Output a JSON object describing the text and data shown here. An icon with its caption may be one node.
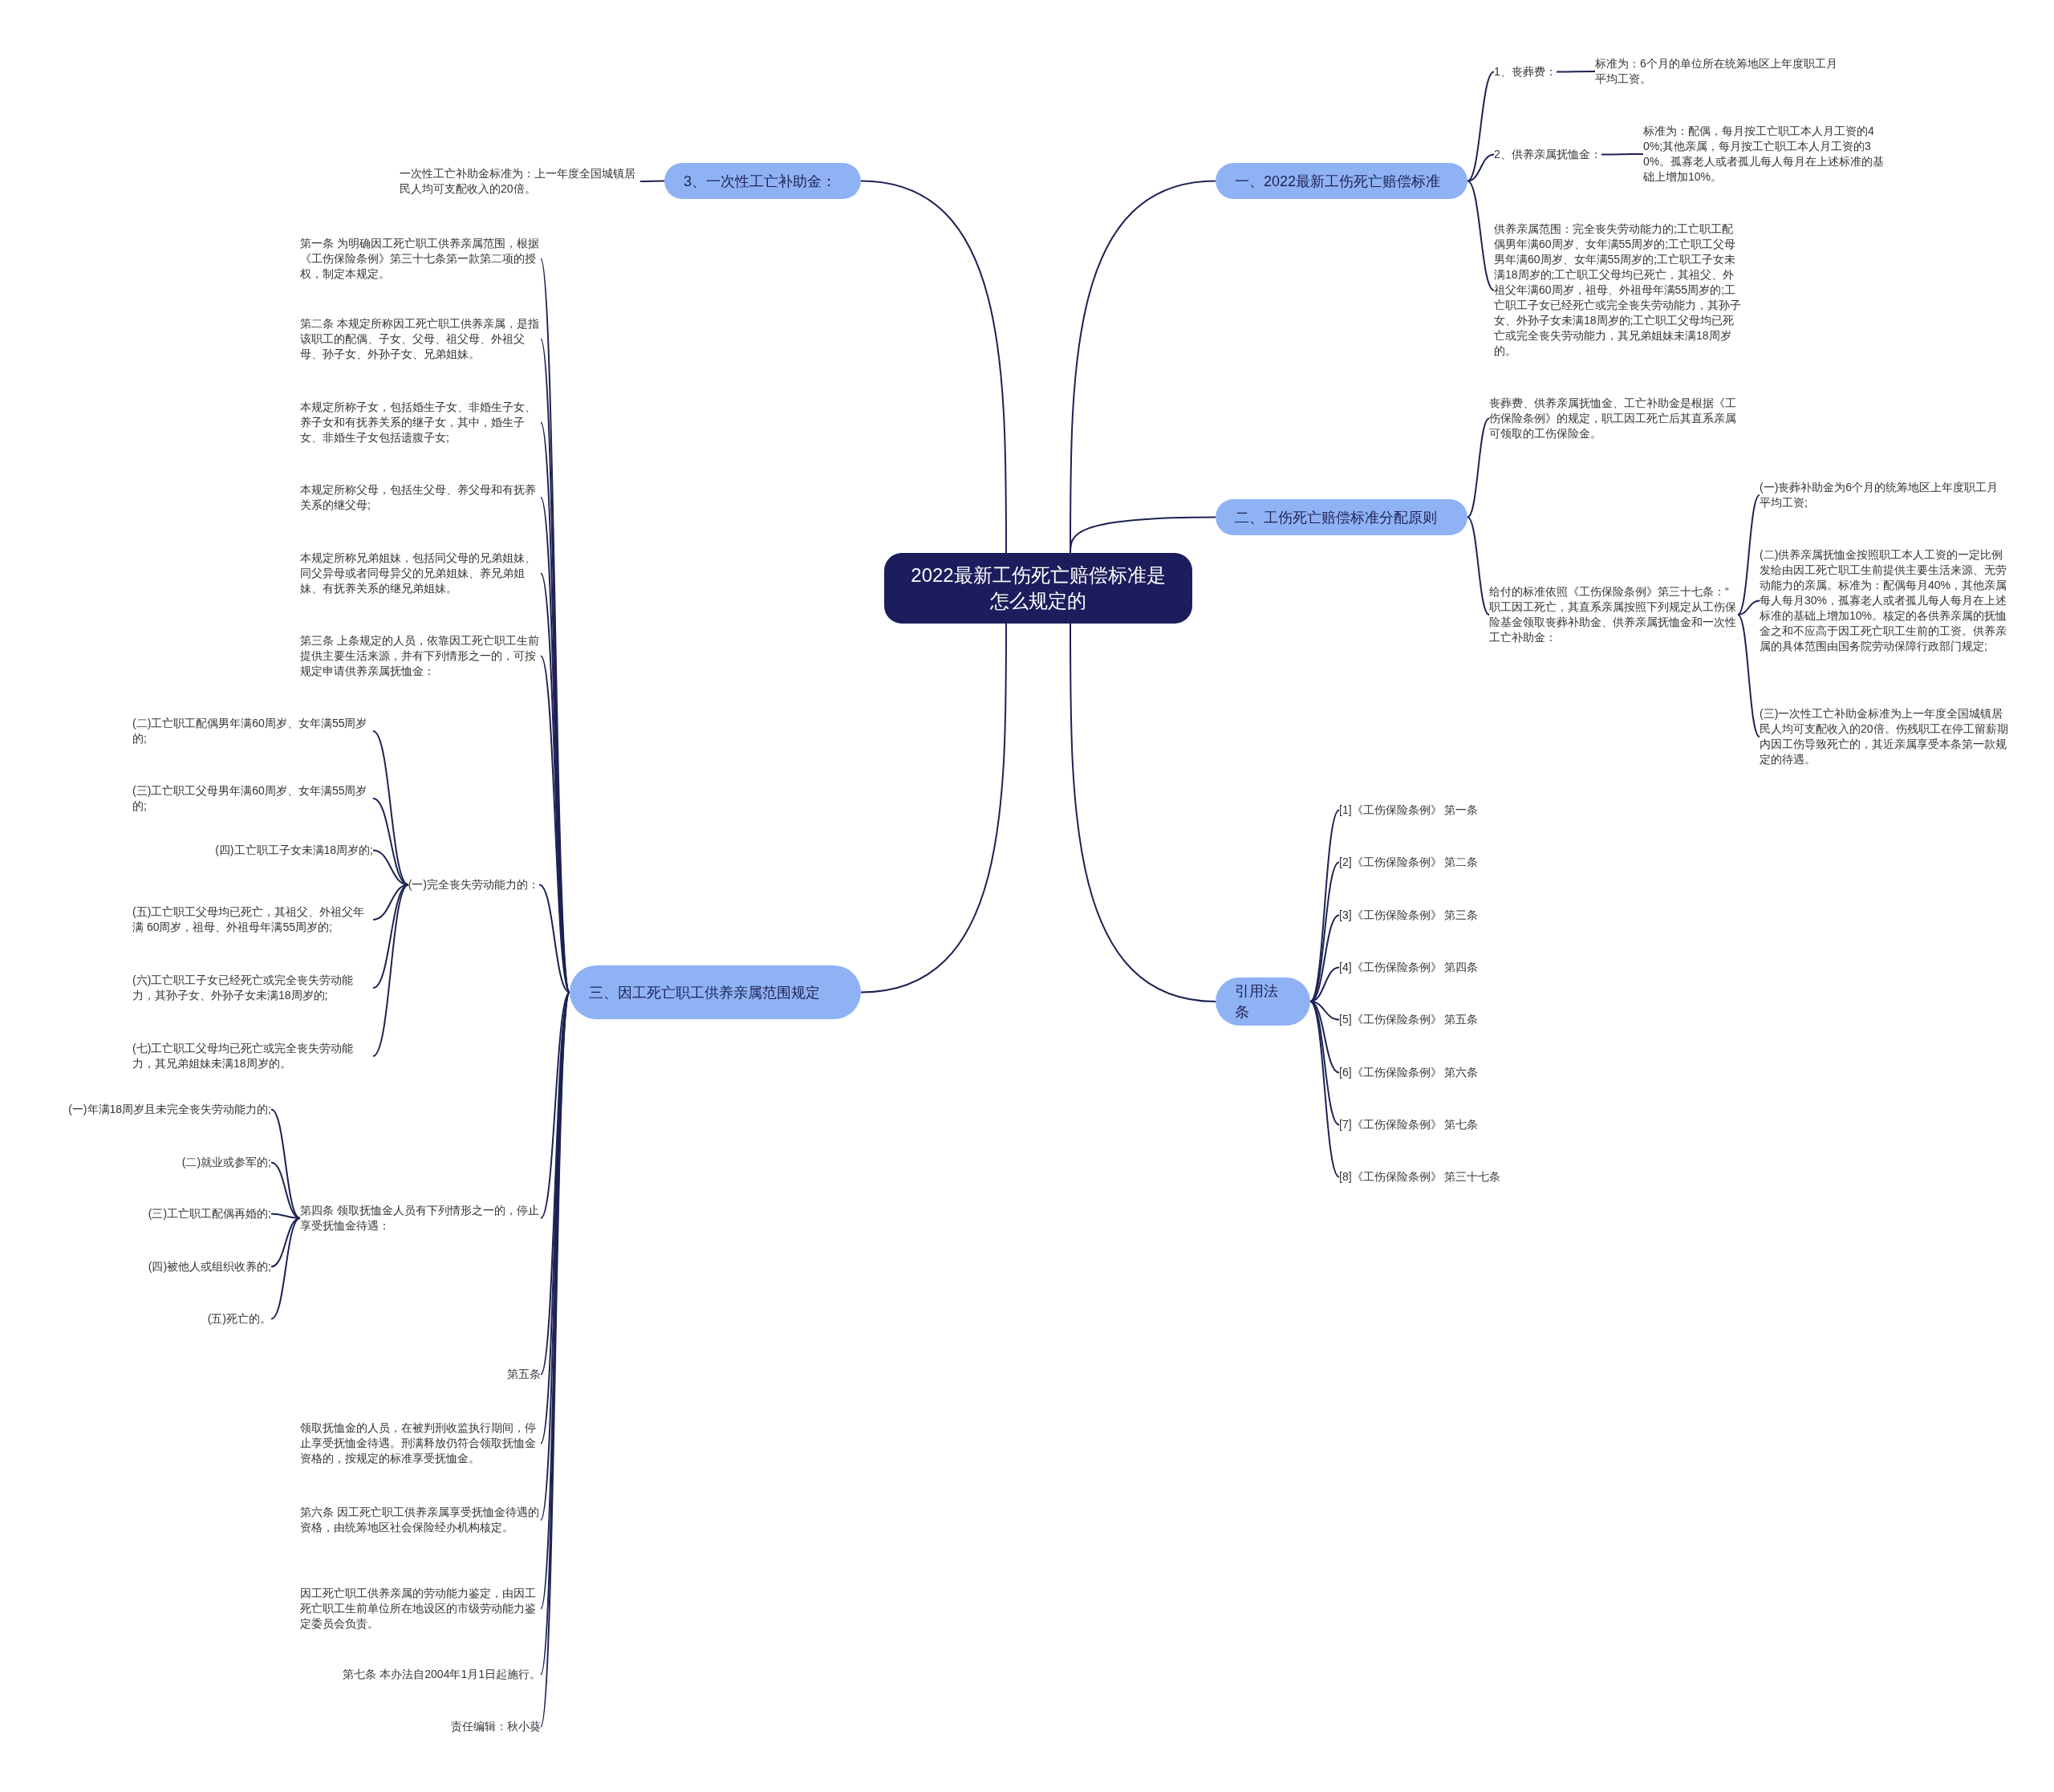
{
  "diagram": {
    "nodes": [
      {
        "text": [
          "2022最新工伤死亡赔偿标准是怎么规定的"
        ]
      },
      {
        "text": [
          "一、2022最新工伤死亡赔偿标准"
        ]
      },
      {
        "text": [
          "1、丧葬费："
        ]
      },
      {
        "text": [
          "标准为：6个月的单位所在统筹地区上年度职工月平均工资。"
        ]
      },
      {
        "text": [
          "2、供养亲属抚恤金："
        ]
      },
      {
        "text": [
          "标准为：配偶，每月按工亡职工本人月工资的40%;其他亲属，每月按工亡职工本人月工资的30%。孤寡老人或者孤儿每人每月在上述标准的基础上增加10%。"
        ]
      },
      {
        "text": [
          "供养亲属范围：完全丧失劳动能力的;工亡职工配偶男年满60周岁、女年满55周岁的;工亡职工父母男年满60周岁、女年满55周岁的;工亡职工子女未满18周岁的;工亡职工父母均已死亡，其祖父、外祖父年满60周岁，祖母、外祖母年满55周岁的;工亡职工子女已经死亡或完全丧失劳动能力，其孙子女、外孙子女未满18周岁的;工亡职工父母均已死亡或完全丧失劳动能力，其兄弟姐妹未满18周岁的。"
        ]
      },
      {
        "text": [
          "二、工伤死亡赔偿标准分配原则"
        ]
      },
      {
        "text": [
          "丧葬费、供养亲属抚恤金、工亡补助金是根据《工伤保险条例》的规定，职工因工死亡后其直系亲属可领取的工伤保险金。"
        ]
      },
      {
        "text": [
          "给付的标准依照《工伤保险条例》第三十七条：“ 职工因工死亡，其直系亲属按照下列规定从工伤保险基金领取丧葬补助金、供养亲属抚恤金和一次性工亡补助金："
        ]
      },
      {
        "text": [
          "(一)丧葬补助金为6个月的统筹地区上年度职工月平均工资;"
        ]
      },
      {
        "text": [
          "(二)供养亲属抚恤金按照职工本人工资的一定比例发给由因工死亡职工生前提供主要生活来源、无劳动能力的亲属。标准为：配偶每月40%，其他亲属每人每月30%，孤寡老人或者孤儿每人每月在上述标准的基础上增加10%。核定的各供养亲属的抚恤金之和不应高于因工死亡职工生前的工资。供养亲属的具体范围由国务院劳动保障行政部门规定;"
        ]
      },
      {
        "text": [
          "(三)一次性工亡补助金标准为上一年度全国城镇居民人均可支配收入的20倍。伤残职工在停工留薪期内因工伤导致死亡的，其近亲属享受本条第一款规定的待遇。"
        ]
      },
      {
        "text": [
          "引用法条"
        ]
      },
      {
        "text": [
          "[1]《工伤保险条例》 第一条"
        ]
      },
      {
        "text": [
          "[2]《工伤保险条例》 第二条"
        ]
      },
      {
        "text": [
          "[3]《工伤保险条例》 第三条"
        ]
      },
      {
        "text": [
          "[4]《工伤保险条例》 第四条"
        ]
      },
      {
        "text": [
          "[5]《工伤保险条例》 第五条"
        ]
      },
      {
        "text": [
          "[6]《工伤保险条例》 第六条"
        ]
      },
      {
        "text": [
          "[7]《工伤保险条例》 第七条"
        ]
      },
      {
        "text": [
          "[8]《工伤保险条例》 第三十七条"
        ]
      },
      {
        "text": [
          "3、一次性工亡补助金："
        ]
      },
      {
        "text": [
          "一次性工亡补助金标准为：上一年度全国城镇居民人均可支配收入的20倍。"
        ]
      },
      {
        "text": [
          "三、因工死亡职工供养亲属范围规定"
        ]
      },
      {
        "text": [
          "第一条 为明确因工死亡职工供养亲属范围，根据《工伤保险条例》第三十七条第一款第二项的授权，制定本规定。"
        ]
      },
      {
        "text": [
          "第二条 本规定所称因工死亡职工供养亲属，是指该职工的配偶、子女、父母、祖父母、外祖父母、孙子女、外孙子女、兄弟姐妹。"
        ]
      },
      {
        "text": [
          "本规定所称子女，包括婚生子女、非婚生子女、养子女和有抚养关系的继子女，其中，婚生子女、非婚生子女包括遗腹子女;"
        ]
      },
      {
        "text": [
          "本规定所称父母，包括生父母、养父母和有抚养关系的继父母;"
        ]
      },
      {
        "text": [
          "本规定所称兄弟姐妹，包括同父母的兄弟姐妹、同父异母或者同母异父的兄弟姐妹、养兄弟姐妹、有抚养关系的继兄弟姐妹。"
        ]
      },
      {
        "text": [
          "第三条 上条规定的人员，依靠因工死亡职工生前提供主要生活来源，并有下列情形之一的，可按规定申请供养亲属抚恤金："
        ]
      },
      {
        "text": [
          "(一)完全丧失劳动能力的："
        ]
      },
      {
        "text": [
          "(二)工亡职工配偶男年满60周岁、女年满55周岁的;"
        ]
      },
      {
        "text": [
          "(三)工亡职工父母男年满60周岁、女年满55周岁的;"
        ]
      },
      {
        "text": [
          "(四)工亡职工子女未满18周岁的;"
        ]
      },
      {
        "text": [
          "(五)工亡职工父母均已死亡，其祖父、外祖父年满 60周岁，祖母、外祖母年满55周岁的;"
        ]
      },
      {
        "text": [
          "(六)工亡职工子女已经死亡或完全丧失劳动能力，其孙子女、外孙子女未满18周岁的;"
        ]
      },
      {
        "text": [
          "(七)工亡职工父母均已死亡或完全丧失劳动能力，其兄弟姐妹未满18周岁的。"
        ]
      },
      {
        "text": [
          "第四条 领取抚恤金人员有下列情形之一的，停止享受抚恤金待遇："
        ]
      },
      {
        "text": [
          "(一)年满18周岁且未完全丧失劳动能力的;"
        ]
      },
      {
        "text": [
          "(二)就业或参军的;"
        ]
      },
      {
        "text": [
          "(三)工亡职工配偶再婚的;"
        ]
      },
      {
        "text": [
          "(四)被他人或组织收养的;"
        ]
      },
      {
        "text": [
          "(五)死亡的。"
        ]
      },
      {
        "text": [
          "第五条"
        ]
      },
      {
        "text": [
          "领取抚恤金的人员，在被判刑收监执行期间，停止享受抚恤金待遇。刑满释放仍符合领取抚恤金资格的，按规定的标准享受抚恤金。"
        ]
      },
      {
        "text": [
          "第六条 因工死亡职工供养亲属享受抚恤金待遇的资格，由统筹地区社会保险经办机构核定。"
        ]
      },
      {
        "text": [
          "因工死亡职工供养亲属的劳动能力鉴定，由因工死亡职工生前单位所在地设区的市级劳动能力鉴定委员会负责。"
        ]
      },
      {
        "text": [
          "第七条 本办法自2004年1月1日起施行。"
        ]
      },
      {
        "text": [
          "责任编辑：秋小葵"
        ]
      }
    ],
    "edges": [
      {
        "from": 0,
        "to": 1,
        "arrow": "none"
      },
      {
        "from": 1,
        "to": 2,
        "arrow": "none"
      },
      {
        "from": 2,
        "to": 3,
        "arrow": "none"
      },
      {
        "from": 1,
        "to": 4,
        "arrow": "none"
      },
      {
        "from": 4,
        "to": 5,
        "arrow": "none"
      },
      {
        "from": 1,
        "to": 6,
        "arrow": "none"
      },
      {
        "from": 0,
        "to": 7,
        "arrow": "none"
      },
      {
        "from": 7,
        "to": 8,
        "arrow": "none"
      },
      {
        "from": 7,
        "to": 9,
        "arrow": "none"
      },
      {
        "from": 9,
        "to": 10,
        "arrow": "none"
      },
      {
        "from": 9,
        "to": 11,
        "arrow": "none"
      },
      {
        "from": 9,
        "to": 12,
        "arrow": "none"
      },
      {
        "from": 0,
        "to": 13,
        "arrow": "none"
      },
      {
        "from": 13,
        "to": 14,
        "arrow": "none"
      },
      {
        "from": 13,
        "to": 15,
        "arrow": "none"
      },
      {
        "from": 13,
        "to": 16,
        "arrow": "none"
      },
      {
        "from": 13,
        "to": 17,
        "arrow": "none"
      },
      {
        "from": 13,
        "to": 18,
        "arrow": "none"
      },
      {
        "from": 13,
        "to": 19,
        "arrow": "none"
      },
      {
        "from": 13,
        "to": 20,
        "arrow": "none"
      },
      {
        "from": 13,
        "to": 21,
        "arrow": "none"
      },
      {
        "from": 0,
        "to": 22,
        "arrow": "none"
      },
      {
        "from": 22,
        "to": 23,
        "arrow": "none"
      },
      {
        "from": 0,
        "to": 24,
        "arrow": "none"
      },
      {
        "from": 24,
        "to": 25,
        "arrow": "none"
      },
      {
        "from": 24,
        "to": 26,
        "arrow": "none"
      },
      {
        "from": 24,
        "to": 27,
        "arrow": "none"
      },
      {
        "from": 24,
        "to": 28,
        "arrow": "none"
      },
      {
        "from": 24,
        "to": 29,
        "arrow": "none"
      },
      {
        "from": 24,
        "to": 30,
        "arrow": "none"
      },
      {
        "from": 24,
        "to": 31,
        "arrow": "none"
      },
      {
        "from": 31,
        "to": 32,
        "arrow": "none"
      },
      {
        "from": 31,
        "to": 33,
        "arrow": "none"
      },
      {
        "from": 31,
        "to": 34,
        "arrow": "none"
      },
      {
        "from": 31,
        "to": 35,
        "arrow": "none"
      },
      {
        "from": 31,
        "to": 36,
        "arrow": "none"
      },
      {
        "from": 31,
        "to": 37,
        "arrow": "none"
      },
      {
        "from": 24,
        "to": 38,
        "arrow": "none"
      },
      {
        "from": 38,
        "to": 39,
        "arrow": "none"
      },
      {
        "from": 38,
        "to": 40,
        "arrow": "none"
      },
      {
        "from": 38,
        "to": 41,
        "arrow": "none"
      },
      {
        "from": 38,
        "to": 42,
        "arrow": "none"
      },
      {
        "from": 38,
        "to": 43,
        "arrow": "none"
      },
      {
        "from": 24,
        "to": 44,
        "arrow": "none"
      },
      {
        "from": 24,
        "to": 45,
        "arrow": "none"
      },
      {
        "from": 24,
        "to": 46,
        "arrow": "none"
      },
      {
        "from": 24,
        "to": 47,
        "arrow": "none"
      },
      {
        "from": 24,
        "to": 48,
        "arrow": "none"
      },
      {
        "from": 24,
        "to": 49,
        "arrow": "none"
      }
    ]
  }
}
